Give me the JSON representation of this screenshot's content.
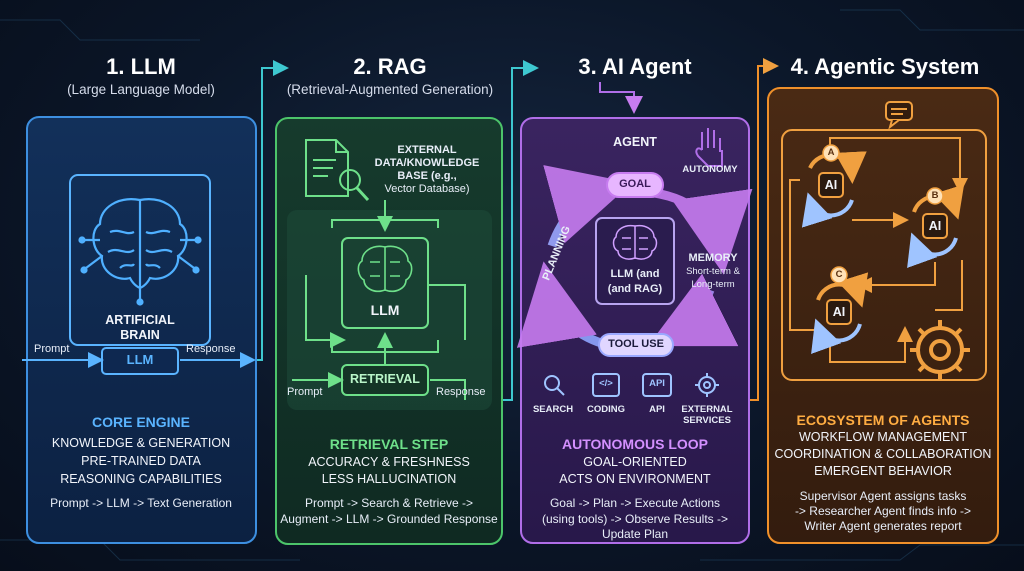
{
  "panels": {
    "llm": {
      "title": "1. LLM",
      "subtitle": "(Large Language Model)",
      "brain_label_1": "ARTIFICIAL",
      "brain_label_2": "BRAIN",
      "llm_tag": "LLM",
      "prompt": "Prompt",
      "response": "Response",
      "heading": "CORE ENGINE",
      "lines": [
        "KNOWLEDGE & GENERATION",
        "PRE-TRAINED DATA",
        "REASONING CAPABILITIES"
      ],
      "flow": "Prompt -> LLM -> Text Generation"
    },
    "rag": {
      "title": "2. RAG",
      "subtitle": "(Retrieval-Augmented Generation)",
      "kb_1": "EXTERNAL",
      "kb_2": "DATA/KNOWLEDGE",
      "kb_3": "BASE (e.g.,",
      "kb_4": "Vector Database)",
      "llm_label": "LLM",
      "retrieval": "RETRIEVAL",
      "prompt": "Prompt",
      "response": "Response",
      "heading": "RETRIEVAL STEP",
      "lines": [
        "ACCURACY & FRESHNESS",
        "LESS HALLUCINATION"
      ],
      "flow_1": "Prompt -> Search & Retrieve ->",
      "flow_2": "Augment -> LLM -> Grounded Response"
    },
    "agent": {
      "title": "3. AI Agent",
      "agent_label": "AGENT",
      "autonomy": "AUTONOMY",
      "goal": "GOAL",
      "planning": "PLANNING",
      "memory": "MEMORY",
      "memory_sub_1": "Short-term &",
      "memory_sub_2": "Long-term",
      "core_1": "LLM (and",
      "core_2": "(and RAG)",
      "tool_use": "TOOL USE",
      "tools": [
        {
          "icon": "search-icon",
          "label": "SEARCH"
        },
        {
          "icon": "code-icon",
          "label": "CODING"
        },
        {
          "icon": "api-icon",
          "label": "API"
        },
        {
          "icon": "gear-icon",
          "label": "EXTERNAL\nSERVICES"
        }
      ],
      "api_glyph": "API",
      "code_glyph": "</>",
      "heading": "AUTONOMOUS LOOP",
      "lines": [
        "GOAL-ORIENTED",
        "ACTS ON ENVIRONMENT"
      ],
      "flow_1": "Goal -> Plan -> Execute Actions",
      "flow_2": "(using tools) -> Observe Results ->",
      "flow_3": "Update Plan"
    },
    "system": {
      "title": "4. Agentic System",
      "agents": [
        {
          "letter": "A",
          "label": "AI"
        },
        {
          "letter": "B",
          "label": "AI"
        },
        {
          "letter": "C",
          "label": "AI"
        }
      ],
      "heading": "ECOSYSTEM OF AGENTS",
      "lines": [
        "WORKFLOW MANAGEMENT",
        "COORDINATION & COLLABORATION",
        "EMERGENT BEHAVIOR"
      ],
      "flow_1": "Supervisor Agent assigns tasks",
      "flow_2": "-> Researcher Agent finds info ->",
      "flow_3": "Writer Agent generates report"
    }
  },
  "colors": {
    "blue": "#3d8fe0",
    "green": "#4cc46a",
    "purple": "#b06ee8",
    "orange": "#f0902a",
    "teal": "#3ec8d0"
  }
}
